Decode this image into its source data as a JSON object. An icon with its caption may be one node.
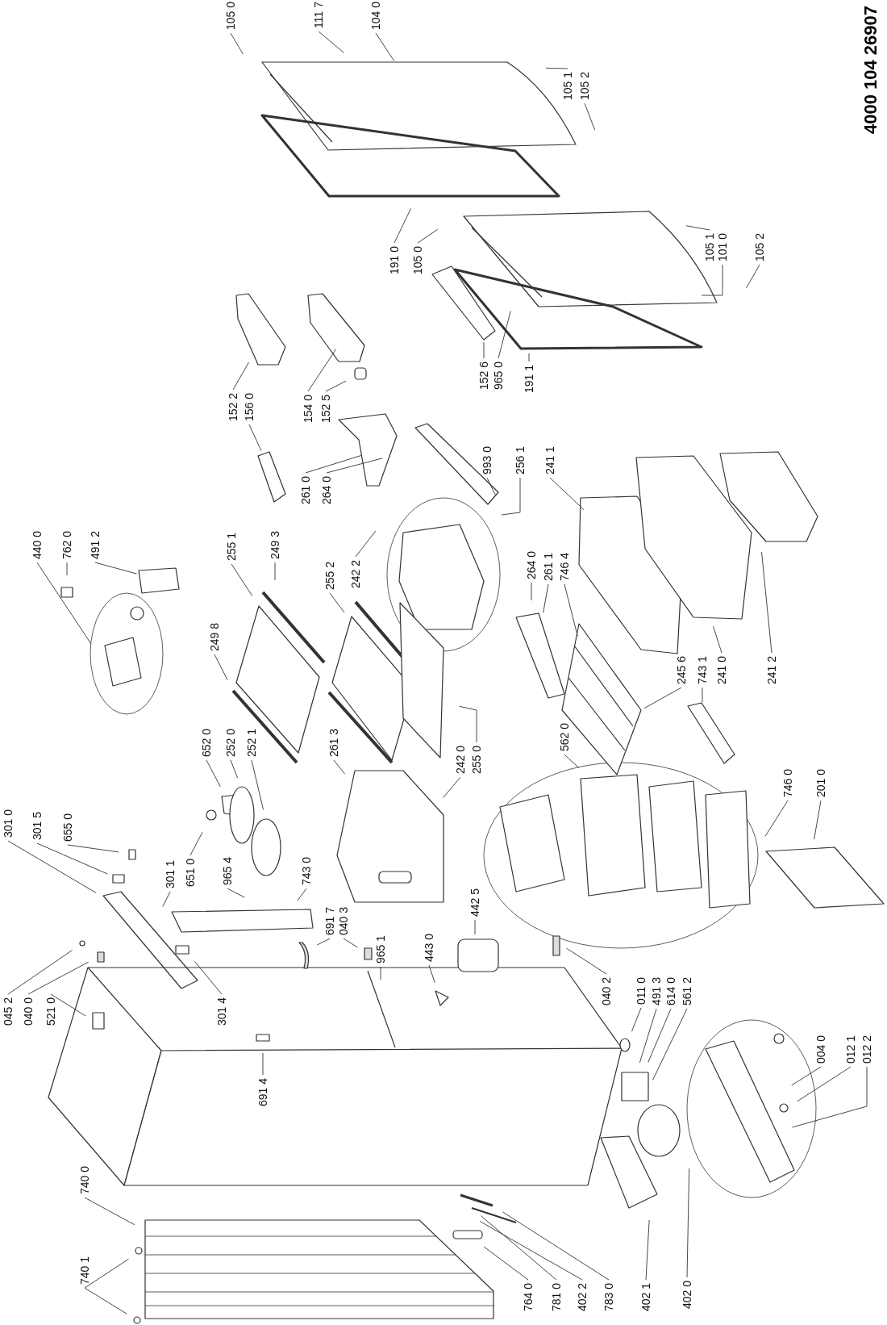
{
  "diagram": {
    "nodes": [
      {
        "text": [
          "105 0"
        ]
      },
      {
        "text": [
          "111 7"
        ]
      },
      {
        "text": [
          "104 0"
        ]
      },
      {
        "text": [
          "105 1"
        ]
      },
      {
        "text": [
          "105 2"
        ]
      },
      {
        "text": [
          "191 0"
        ]
      },
      {
        "text": [
          "105 0"
        ]
      },
      {
        "text": [
          "105 1"
        ]
      },
      {
        "text": [
          "101 0"
        ]
      },
      {
        "text": [
          "105 2"
        ]
      },
      {
        "text": [
          "152 6"
        ]
      },
      {
        "text": [
          "965 0"
        ]
      },
      {
        "text": [
          "191 1"
        ]
      },
      {
        "text": [
          "152 2"
        ]
      },
      {
        "text": [
          "156 0"
        ]
      },
      {
        "text": [
          "154 0"
        ]
      },
      {
        "text": [
          "152 5"
        ]
      },
      {
        "text": [
          "440 0"
        ]
      },
      {
        "text": [
          "762 0"
        ]
      },
      {
        "text": [
          "491 2"
        ]
      },
      {
        "text": [
          "261 0"
        ]
      },
      {
        "text": [
          "264 0"
        ]
      },
      {
        "text": [
          "255 1"
        ]
      },
      {
        "text": [
          "249 3"
        ]
      },
      {
        "text": [
          "993 0"
        ]
      },
      {
        "text": [
          "256 1"
        ]
      },
      {
        "text": [
          "241 1"
        ]
      },
      {
        "text": [
          "249 8"
        ]
      },
      {
        "text": [
          "255 2"
        ]
      },
      {
        "text": [
          "242 2"
        ]
      },
      {
        "text": [
          "264 0"
        ]
      },
      {
        "text": [
          "261 1"
        ]
      },
      {
        "text": [
          "746 4"
        ]
      },
      {
        "text": [
          "245 6"
        ]
      },
      {
        "text": [
          "743 1"
        ]
      },
      {
        "text": [
          "241 0"
        ]
      },
      {
        "text": [
          "241 2"
        ]
      },
      {
        "text": [
          "562 0"
        ]
      },
      {
        "text": [
          "652 0"
        ]
      },
      {
        "text": [
          "252 0"
        ]
      },
      {
        "text": [
          "252 1"
        ]
      },
      {
        "text": [
          "261 3"
        ]
      },
      {
        "text": [
          "242 0"
        ]
      },
      {
        "text": [
          "255 0"
        ]
      },
      {
        "text": [
          "746 0"
        ]
      },
      {
        "text": [
          "201 0"
        ]
      },
      {
        "text": [
          "301 0"
        ]
      },
      {
        "text": [
          "301 5"
        ]
      },
      {
        "text": [
          "655 0"
        ]
      },
      {
        "text": [
          "651 0"
        ]
      },
      {
        "text": [
          "965 4"
        ]
      },
      {
        "text": [
          "743 0"
        ]
      },
      {
        "text": [
          "301 1"
        ]
      },
      {
        "text": [
          "691 7"
        ]
      },
      {
        "text": [
          "040 3"
        ]
      },
      {
        "text": [
          "442 5"
        ]
      },
      {
        "text": [
          "965 1"
        ]
      },
      {
        "text": [
          "443 0"
        ]
      },
      {
        "text": [
          "040 2"
        ]
      },
      {
        "text": [
          "045 2"
        ]
      },
      {
        "text": [
          "040 0"
        ]
      },
      {
        "text": [
          "521 0"
        ]
      },
      {
        "text": [
          "301 4"
        ]
      },
      {
        "text": [
          "011 0"
        ]
      },
      {
        "text": [
          "491 3"
        ]
      },
      {
        "text": [
          "614 0"
        ]
      },
      {
        "text": [
          "561 2"
        ]
      },
      {
        "text": [
          "004 0"
        ]
      },
      {
        "text": [
          "012 1"
        ]
      },
      {
        "text": [
          "012 2"
        ]
      },
      {
        "text": [
          "691 4"
        ]
      },
      {
        "text": [
          "740 0"
        ]
      },
      {
        "text": [
          "740 1"
        ]
      },
      {
        "text": [
          "764 0"
        ]
      },
      {
        "text": [
          "781 0"
        ]
      },
      {
        "text": [
          "402 2"
        ]
      },
      {
        "text": [
          "783 0"
        ]
      },
      {
        "text": [
          "402 1"
        ]
      },
      {
        "text": [
          "402 0"
        ]
      }
    ],
    "edges": [
      {
        "from": 0,
        "to": null,
        "arrow": "none"
      },
      {
        "from": 1,
        "to": null,
        "arrow": "none"
      },
      {
        "from": 2,
        "to": null,
        "arrow": "none"
      },
      {
        "from": 3,
        "to": null,
        "arrow": "none"
      },
      {
        "from": 4,
        "to": null,
        "arrow": "none"
      },
      {
        "from": 5,
        "to": null,
        "arrow": "none"
      },
      {
        "from": 6,
        "to": null,
        "arrow": "none"
      },
      {
        "from": 7,
        "to": null,
        "arrow": "none"
      },
      {
        "from": 8,
        "to": null,
        "arrow": "none"
      },
      {
        "from": 9,
        "to": null,
        "arrow": "none"
      },
      {
        "from": 10,
        "to": null,
        "arrow": "none"
      },
      {
        "from": 11,
        "to": null,
        "arrow": "none"
      },
      {
        "from": 12,
        "to": null,
        "arrow": "none"
      },
      {
        "from": 13,
        "to": null,
        "arrow": "none"
      },
      {
        "from": 14,
        "to": null,
        "arrow": "none"
      },
      {
        "from": 15,
        "to": null,
        "arrow": "none"
      },
      {
        "from": 16,
        "to": null,
        "arrow": "none"
      },
      {
        "from": 17,
        "to": null,
        "arrow": "none"
      },
      {
        "from": 18,
        "to": null,
        "arrow": "none"
      },
      {
        "from": 19,
        "to": null,
        "arrow": "none"
      },
      {
        "from": 20,
        "to": null,
        "arrow": "none"
      },
      {
        "from": 21,
        "to": null,
        "arrow": "none"
      },
      {
        "from": 22,
        "to": null,
        "arrow": "none"
      },
      {
        "from": 23,
        "to": null,
        "arrow": "none"
      },
      {
        "from": 24,
        "to": null,
        "arrow": "none"
      },
      {
        "from": 25,
        "to": null,
        "arrow": "none"
      },
      {
        "from": 26,
        "to": null,
        "arrow": "none"
      },
      {
        "from": 27,
        "to": null,
        "arrow": "none"
      },
      {
        "from": 28,
        "to": null,
        "arrow": "none"
      },
      {
        "from": 29,
        "to": null,
        "arrow": "none"
      },
      {
        "from": 30,
        "to": null,
        "arrow": "none"
      },
      {
        "from": 31,
        "to": null,
        "arrow": "none"
      },
      {
        "from": 32,
        "to": null,
        "arrow": "none"
      },
      {
        "from": 33,
        "to": null,
        "arrow": "none"
      },
      {
        "from": 34,
        "to": null,
        "arrow": "none"
      },
      {
        "from": 35,
        "to": null,
        "arrow": "none"
      },
      {
        "from": 36,
        "to": null,
        "arrow": "none"
      },
      {
        "from": 37,
        "to": null,
        "arrow": "none"
      },
      {
        "from": 38,
        "to": null,
        "arrow": "none"
      },
      {
        "from": 39,
        "to": null,
        "arrow": "none"
      },
      {
        "from": 40,
        "to": null,
        "arrow": "none"
      },
      {
        "from": 41,
        "to": null,
        "arrow": "none"
      },
      {
        "from": 42,
        "to": null,
        "arrow": "none"
      },
      {
        "from": 43,
        "to": null,
        "arrow": "none"
      },
      {
        "from": 44,
        "to": null,
        "arrow": "none"
      },
      {
        "from": 45,
        "to": null,
        "arrow": "none"
      },
      {
        "from": 46,
        "to": null,
        "arrow": "none"
      },
      {
        "from": 47,
        "to": null,
        "arrow": "none"
      },
      {
        "from": 48,
        "to": null,
        "arrow": "none"
      },
      {
        "from": 49,
        "to": null,
        "arrow": "none"
      },
      {
        "from": 50,
        "to": null,
        "arrow": "none"
      },
      {
        "from": 51,
        "to": null,
        "arrow": "none"
      },
      {
        "from": 52,
        "to": null,
        "arrow": "none"
      },
      {
        "from": 53,
        "to": null,
        "arrow": "none"
      },
      {
        "from": 54,
        "to": null,
        "arrow": "none"
      },
      {
        "from": 55,
        "to": null,
        "arrow": "none"
      },
      {
        "from": 56,
        "to": null,
        "arrow": "none"
      },
      {
        "from": 57,
        "to": null,
        "arrow": "none"
      },
      {
        "from": 58,
        "to": null,
        "arrow": "none"
      },
      {
        "from": 59,
        "to": null,
        "arrow": "none"
      },
      {
        "from": 60,
        "to": null,
        "arrow": "none"
      },
      {
        "from": 61,
        "to": null,
        "arrow": "none"
      },
      {
        "from": 62,
        "to": null,
        "arrow": "none"
      },
      {
        "from": 63,
        "to": null,
        "arrow": "none"
      },
      {
        "from": 64,
        "to": null,
        "arrow": "none"
      },
      {
        "from": 65,
        "to": null,
        "arrow": "none"
      },
      {
        "from": 66,
        "to": null,
        "arrow": "none"
      },
      {
        "from": 67,
        "to": null,
        "arrow": "none"
      },
      {
        "from": 68,
        "to": null,
        "arrow": "none"
      },
      {
        "from": 69,
        "to": null,
        "arrow": "none"
      },
      {
        "from": 70,
        "to": null,
        "arrow": "none"
      },
      {
        "from": 71,
        "to": null,
        "arrow": "none"
      },
      {
        "from": 72,
        "to": null,
        "arrow": "none"
      },
      {
        "from": 72,
        "to": null,
        "arrow": "none"
      },
      {
        "from": 73,
        "to": null,
        "arrow": "none"
      },
      {
        "from": 74,
        "to": null,
        "arrow": "none"
      },
      {
        "from": 75,
        "to": null,
        "arrow": "none"
      },
      {
        "from": 76,
        "to": null,
        "arrow": "none"
      },
      {
        "from": 77,
        "to": null,
        "arrow": "none"
      },
      {
        "from": 78,
        "to": null,
        "arrow": "none"
      }
    ],
    "labels": [
      "4000 104 26907"
    ]
  }
}
